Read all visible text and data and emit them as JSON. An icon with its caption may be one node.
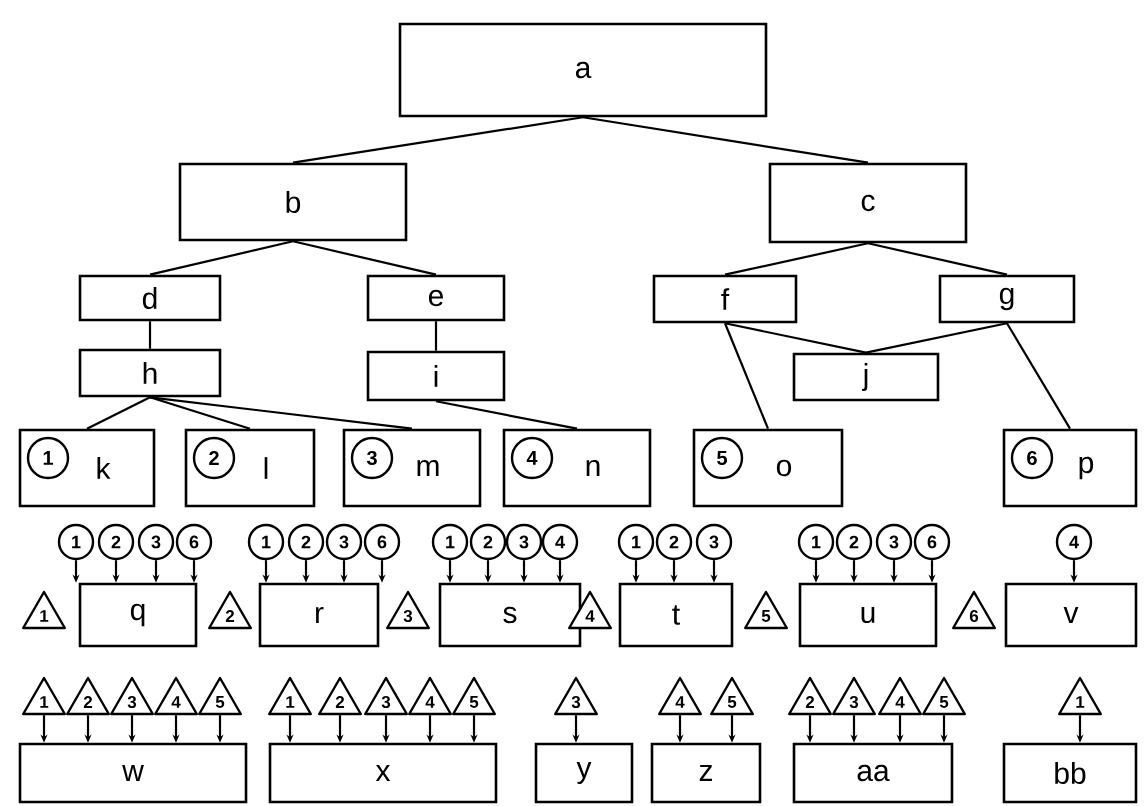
{
  "diagram": {
    "nodes": [
      {
        "text": [
          "a"
        ]
      },
      {
        "text": [
          "b"
        ]
      },
      {
        "text": [
          "c"
        ]
      },
      {
        "text": [
          "d"
        ]
      },
      {
        "text": [
          "e"
        ]
      },
      {
        "text": [
          "f"
        ]
      },
      {
        "text": [
          "g"
        ]
      },
      {
        "text": [
          "h"
        ]
      },
      {
        "text": [
          "i"
        ]
      },
      {
        "text": [
          "j"
        ]
      },
      {
        "text": [
          "k"
        ]
      },
      {
        "text": [
          "1"
        ],
        "in": 10
      },
      {
        "text": [
          "l"
        ]
      },
      {
        "text": [
          "2"
        ],
        "in": 12
      },
      {
        "text": [
          "m"
        ]
      },
      {
        "text": [
          "3"
        ],
        "in": 14
      },
      {
        "text": [
          "n"
        ]
      },
      {
        "text": [
          "4"
        ],
        "in": 16
      },
      {
        "text": [
          "o"
        ]
      },
      {
        "text": [
          "5"
        ],
        "in": 18
      },
      {
        "text": [
          "p"
        ]
      },
      {
        "text": [
          "6"
        ],
        "in": 20
      },
      {
        "text": [
          "1"
        ]
      },
      {
        "text": [
          "2"
        ]
      },
      {
        "text": [
          "3"
        ]
      },
      {
        "text": [
          "6"
        ]
      },
      {
        "text": [
          "1"
        ]
      },
      {
        "text": [
          "2"
        ]
      },
      {
        "text": [
          "3"
        ]
      },
      {
        "text": [
          "6"
        ]
      },
      {
        "text": [
          "1"
        ]
      },
      {
        "text": [
          "2"
        ]
      },
      {
        "text": [
          "3"
        ]
      },
      {
        "text": [
          "4"
        ]
      },
      {
        "text": [
          "1"
        ]
      },
      {
        "text": [
          "2"
        ]
      },
      {
        "text": [
          "3"
        ]
      },
      {
        "text": [
          "1"
        ]
      },
      {
        "text": [
          "2"
        ]
      },
      {
        "text": [
          "3"
        ]
      },
      {
        "text": [
          "6"
        ]
      },
      {
        "text": [
          "4"
        ]
      },
      {
        "text": [
          "1"
        ]
      },
      {
        "text": [
          "q"
        ]
      },
      {
        "text": [
          "2"
        ]
      },
      {
        "text": [
          "r"
        ]
      },
      {
        "text": [
          "3"
        ]
      },
      {
        "text": [
          "s"
        ]
      },
      {
        "text": [
          "4"
        ]
      },
      {
        "text": [
          "t"
        ]
      },
      {
        "text": [
          "5"
        ]
      },
      {
        "text": [
          "u"
        ]
      },
      {
        "text": [
          "6"
        ]
      },
      {
        "text": [
          "v"
        ]
      },
      {
        "text": [
          "1"
        ]
      },
      {
        "text": [
          "2"
        ]
      },
      {
        "text": [
          "3"
        ]
      },
      {
        "text": [
          "4"
        ]
      },
      {
        "text": [
          "5"
        ]
      },
      {
        "text": [
          "1"
        ]
      },
      {
        "text": [
          "2"
        ]
      },
      {
        "text": [
          "3"
        ]
      },
      {
        "text": [
          "4"
        ]
      },
      {
        "text": [
          "5"
        ]
      },
      {
        "text": [
          "3"
        ]
      },
      {
        "text": [
          "4"
        ]
      },
      {
        "text": [
          "5"
        ]
      },
      {
        "text": [
          "2"
        ]
      },
      {
        "text": [
          "3"
        ]
      },
      {
        "text": [
          "4"
        ]
      },
      {
        "text": [
          "5"
        ]
      },
      {
        "text": [
          "1"
        ]
      },
      {
        "text": [
          "w"
        ]
      },
      {
        "text": [
          "x"
        ]
      },
      {
        "text": [
          "y"
        ]
      },
      {
        "text": [
          "z"
        ]
      },
      {
        "text": [
          "aa"
        ]
      },
      {
        "text": [
          "bb"
        ]
      }
    ],
    "edges": [
      {
        "from": 0,
        "to": 1,
        "arrow": "none"
      },
      {
        "from": 0,
        "to": 2,
        "arrow": "none"
      },
      {
        "from": 1,
        "to": 3,
        "arrow": "none"
      },
      {
        "from": 1,
        "to": 4,
        "arrow": "none"
      },
      {
        "from": 2,
        "to": 5,
        "arrow": "none"
      },
      {
        "from": 2,
        "to": 6,
        "arrow": "none"
      },
      {
        "from": 3,
        "to": 7,
        "arrow": "none"
      },
      {
        "from": 4,
        "to": 8,
        "arrow": "none"
      },
      {
        "from": 5,
        "to": 9,
        "arrow": "none"
      },
      {
        "from": 6,
        "to": 9,
        "arrow": "none"
      },
      {
        "from": 7,
        "to": 10,
        "arrow": "none"
      },
      {
        "from": 7,
        "to": 12,
        "arrow": "none"
      },
      {
        "from": 7,
        "to": 14,
        "arrow": "none"
      },
      {
        "from": 8,
        "to": 16,
        "arrow": "none"
      },
      {
        "from": 5,
        "to": 18,
        "arrow": "none"
      },
      {
        "from": 6,
        "to": 20,
        "arrow": "none"
      },
      {
        "from": 22,
        "to": 43,
        "arrow": "to"
      },
      {
        "from": 23,
        "to": 43,
        "arrow": "to"
      },
      {
        "from": 24,
        "to": 43,
        "arrow": "to"
      },
      {
        "from": 25,
        "to": 43,
        "arrow": "to"
      },
      {
        "from": 26,
        "to": 45,
        "arrow": "to"
      },
      {
        "from": 27,
        "to": 45,
        "arrow": "to"
      },
      {
        "from": 28,
        "to": 45,
        "arrow": "to"
      },
      {
        "from": 29,
        "to": 45,
        "arrow": "to"
      },
      {
        "from": 30,
        "to": 47,
        "arrow": "to"
      },
      {
        "from": 31,
        "to": 47,
        "arrow": "to"
      },
      {
        "from": 32,
        "to": 47,
        "arrow": "to"
      },
      {
        "from": 33,
        "to": 47,
        "arrow": "to"
      },
      {
        "from": 34,
        "to": 49,
        "arrow": "to"
      },
      {
        "from": 35,
        "to": 49,
        "arrow": "to"
      },
      {
        "from": 36,
        "to": 49,
        "arrow": "to"
      },
      {
        "from": 37,
        "to": 51,
        "arrow": "to"
      },
      {
        "from": 38,
        "to": 51,
        "arrow": "to"
      },
      {
        "from": 39,
        "to": 51,
        "arrow": "to"
      },
      {
        "from": 40,
        "to": 51,
        "arrow": "to"
      },
      {
        "from": 41,
        "to": 53,
        "arrow": "to"
      },
      {
        "from": 54,
        "to": 72,
        "arrow": "to"
      },
      {
        "from": 55,
        "to": 72,
        "arrow": "to"
      },
      {
        "from": 56,
        "to": 72,
        "arrow": "to"
      },
      {
        "from": 57,
        "to": 72,
        "arrow": "to"
      },
      {
        "from": 58,
        "to": 72,
        "arrow": "to"
      },
      {
        "from": 59,
        "to": 73,
        "arrow": "to"
      },
      {
        "from": 60,
        "to": 73,
        "arrow": "to"
      },
      {
        "from": 61,
        "to": 73,
        "arrow": "to"
      },
      {
        "from": 62,
        "to": 73,
        "arrow": "to"
      },
      {
        "from": 63,
        "to": 73,
        "arrow": "to"
      },
      {
        "from": 64,
        "to": 74,
        "arrow": "to"
      },
      {
        "from": 65,
        "to": 75,
        "arrow": "to"
      },
      {
        "from": 66,
        "to": 75,
        "arrow": "to"
      },
      {
        "from": 67,
        "to": 76,
        "arrow": "to"
      },
      {
        "from": 68,
        "to": 76,
        "arrow": "to"
      },
      {
        "from": 69,
        "to": 76,
        "arrow": "to"
      },
      {
        "from": 70,
        "to": 76,
        "arrow": "to"
      },
      {
        "from": 71,
        "to": 77,
        "arrow": "to"
      }
    ]
  }
}
